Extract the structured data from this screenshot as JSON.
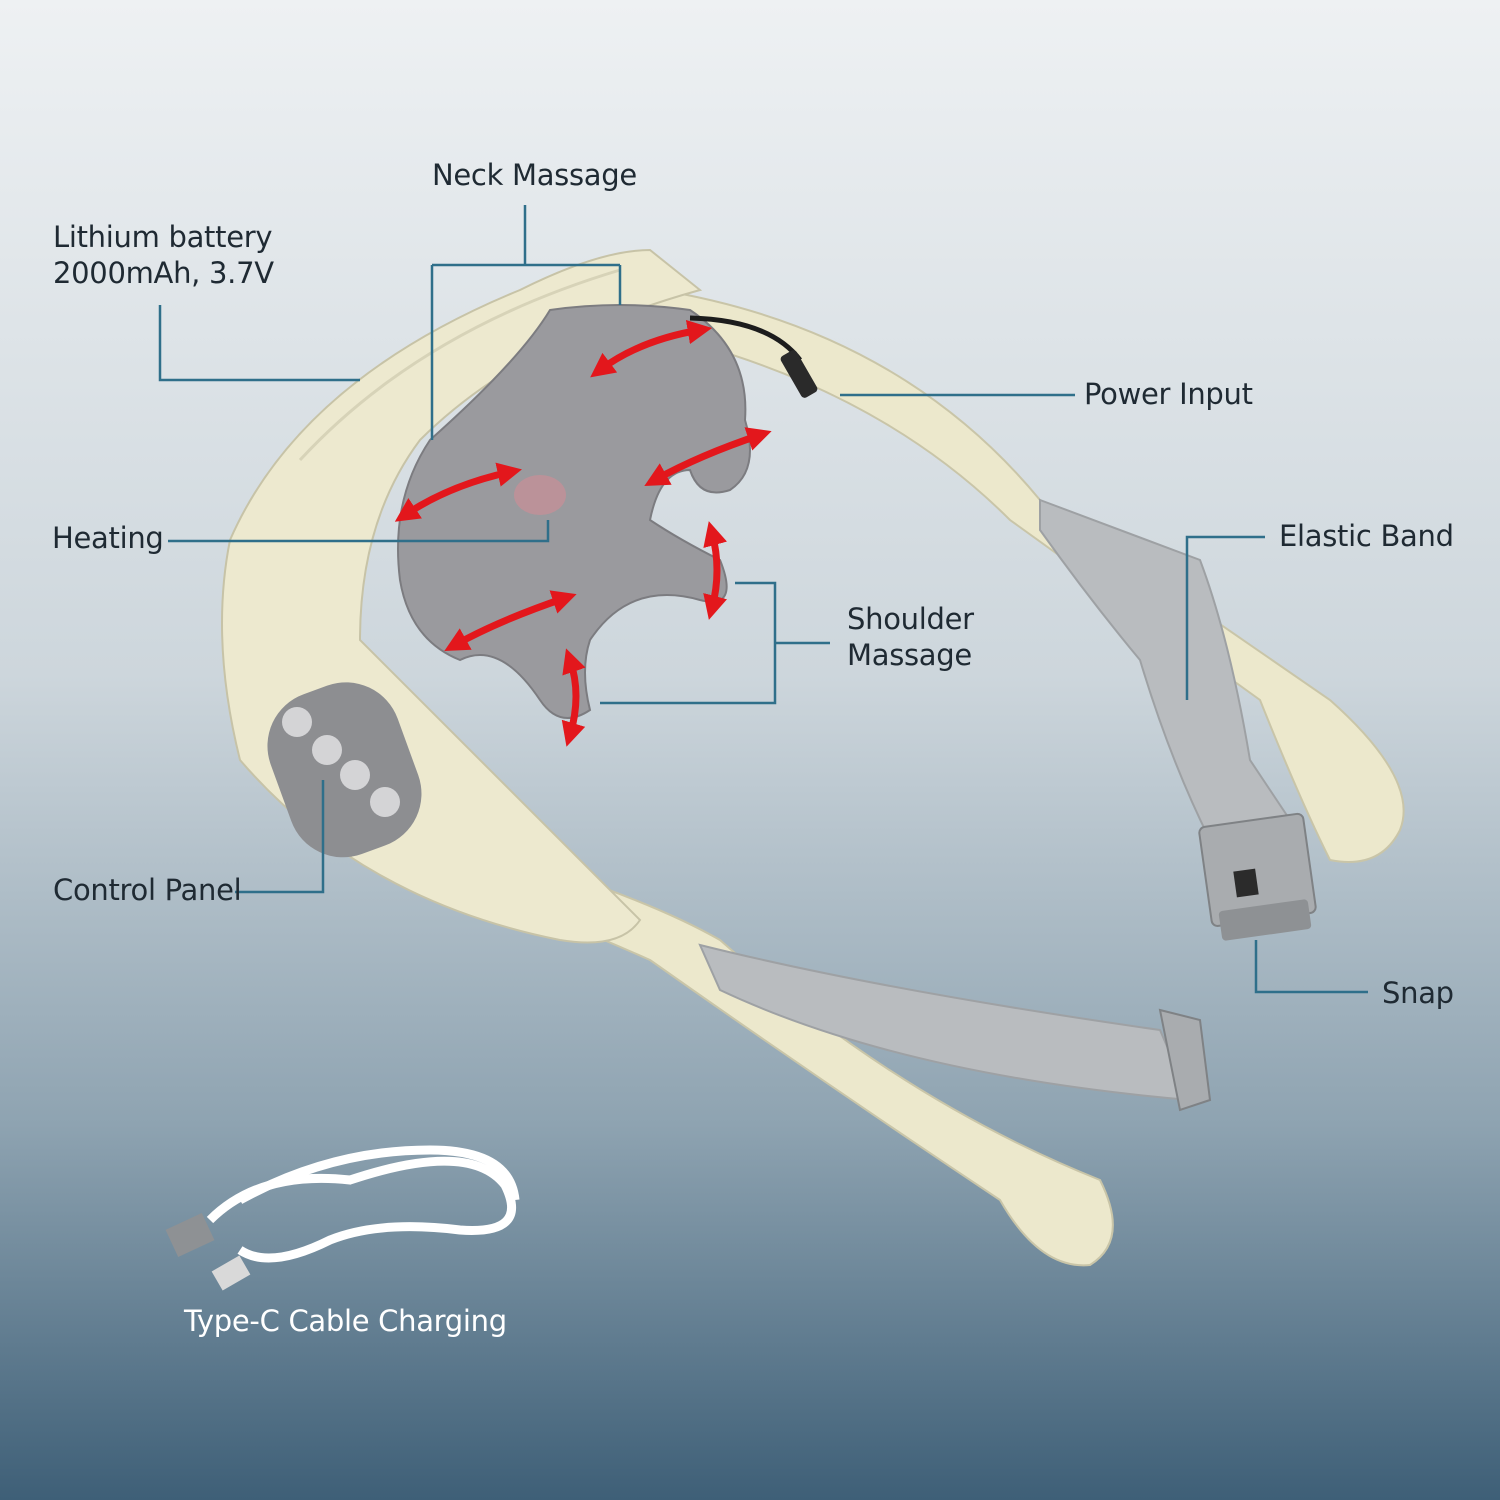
{
  "labels": {
    "neck_massage": "Neck Massage",
    "battery": "Lithium battery\n2000mAh, 3.7V",
    "power_input": "Power Input",
    "heating": "Heating",
    "elastic_band": "Elastic Band",
    "shoulder_massage": "Shoulder\nMassage",
    "control_panel": "Control Panel",
    "snap": "Snap",
    "cable": "Type-C Cable Charging"
  },
  "colors": {
    "leader_line": "#2f6f8a",
    "arrow": "#e3171c",
    "body_shell": "#ede9cf",
    "pad_gray": "#9a9a9e",
    "strap_gray": "#b9bcbf"
  },
  "icons": [
    "fan-icon",
    "mode-icon",
    "power-icon",
    "heat-icon"
  ]
}
